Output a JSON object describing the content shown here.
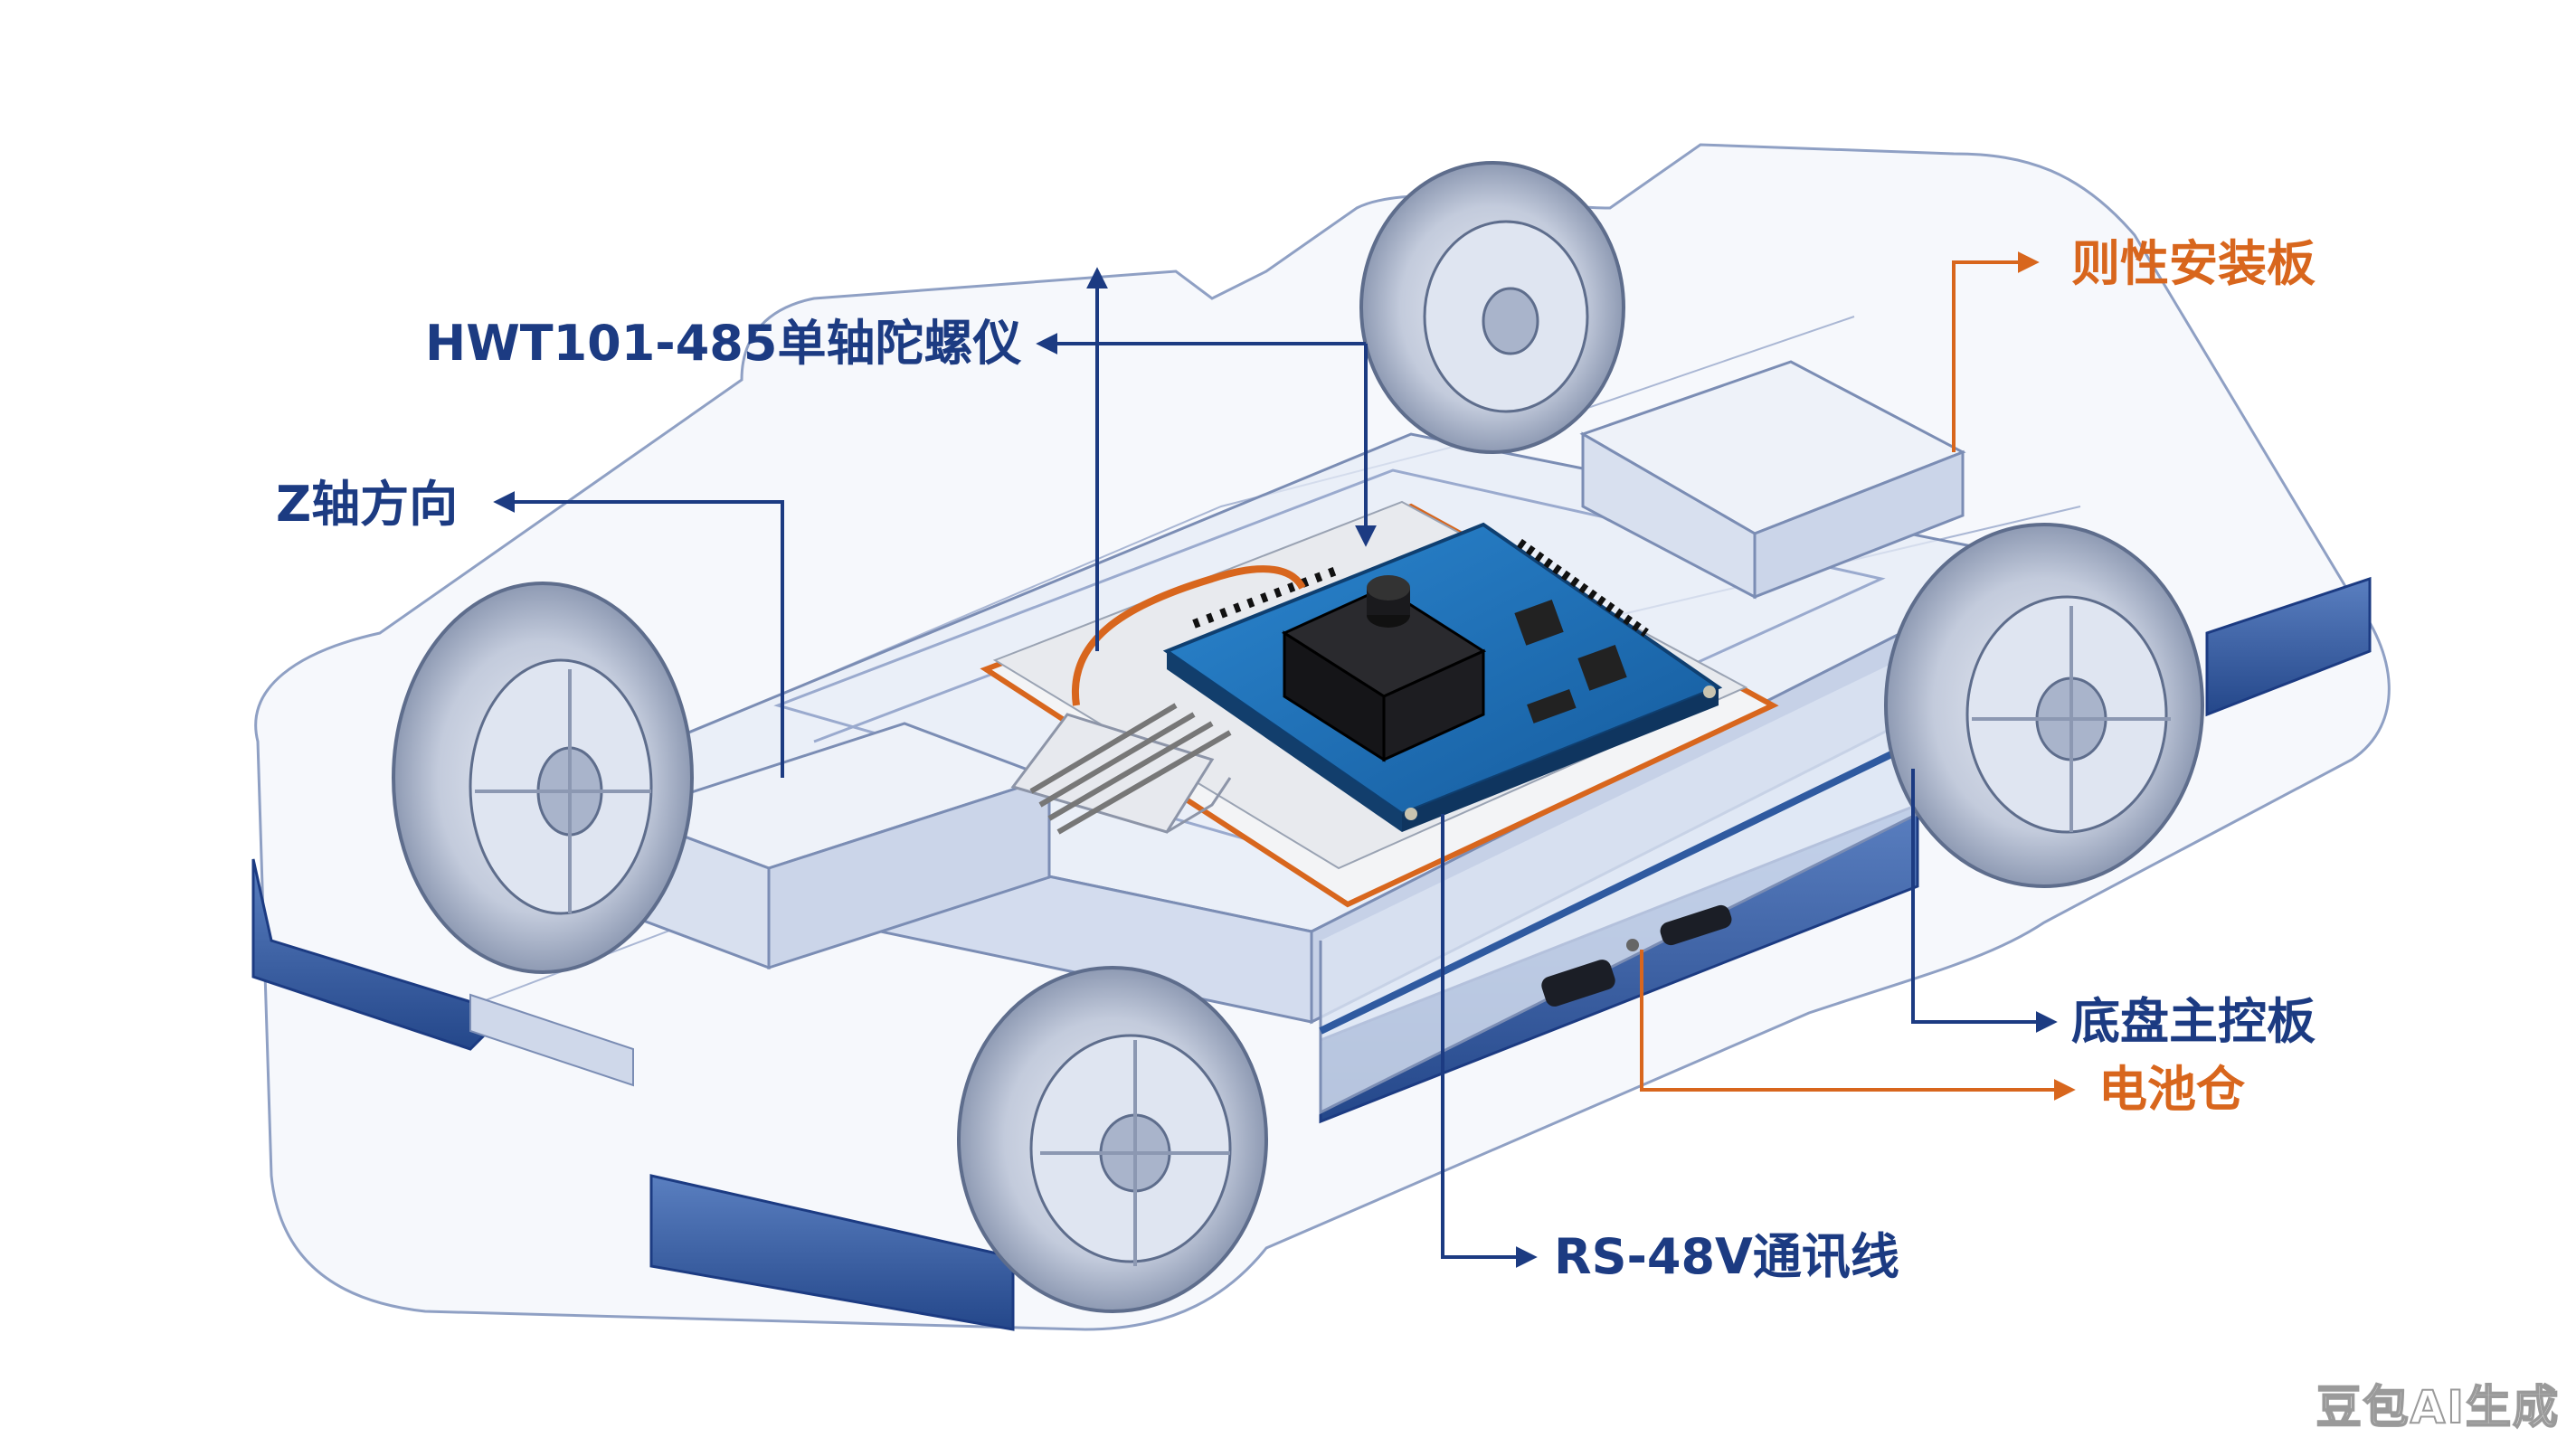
{
  "labels": {
    "gyro": "HWT101-485单轴陀螺仪",
    "z_axis": "Z轴方向",
    "side_mount": "则性安装板",
    "main_board": "底盘主控板",
    "battery": "电池仓",
    "rs485": "RS-48V通讯线"
  },
  "watermark": "豆包AI生成",
  "colors": {
    "callout_blue": "#1c3b82",
    "callout_orange": "#d8661d",
    "pcb_blue": "#1e6fb8",
    "chassis_blue": "#2f5aa0"
  }
}
